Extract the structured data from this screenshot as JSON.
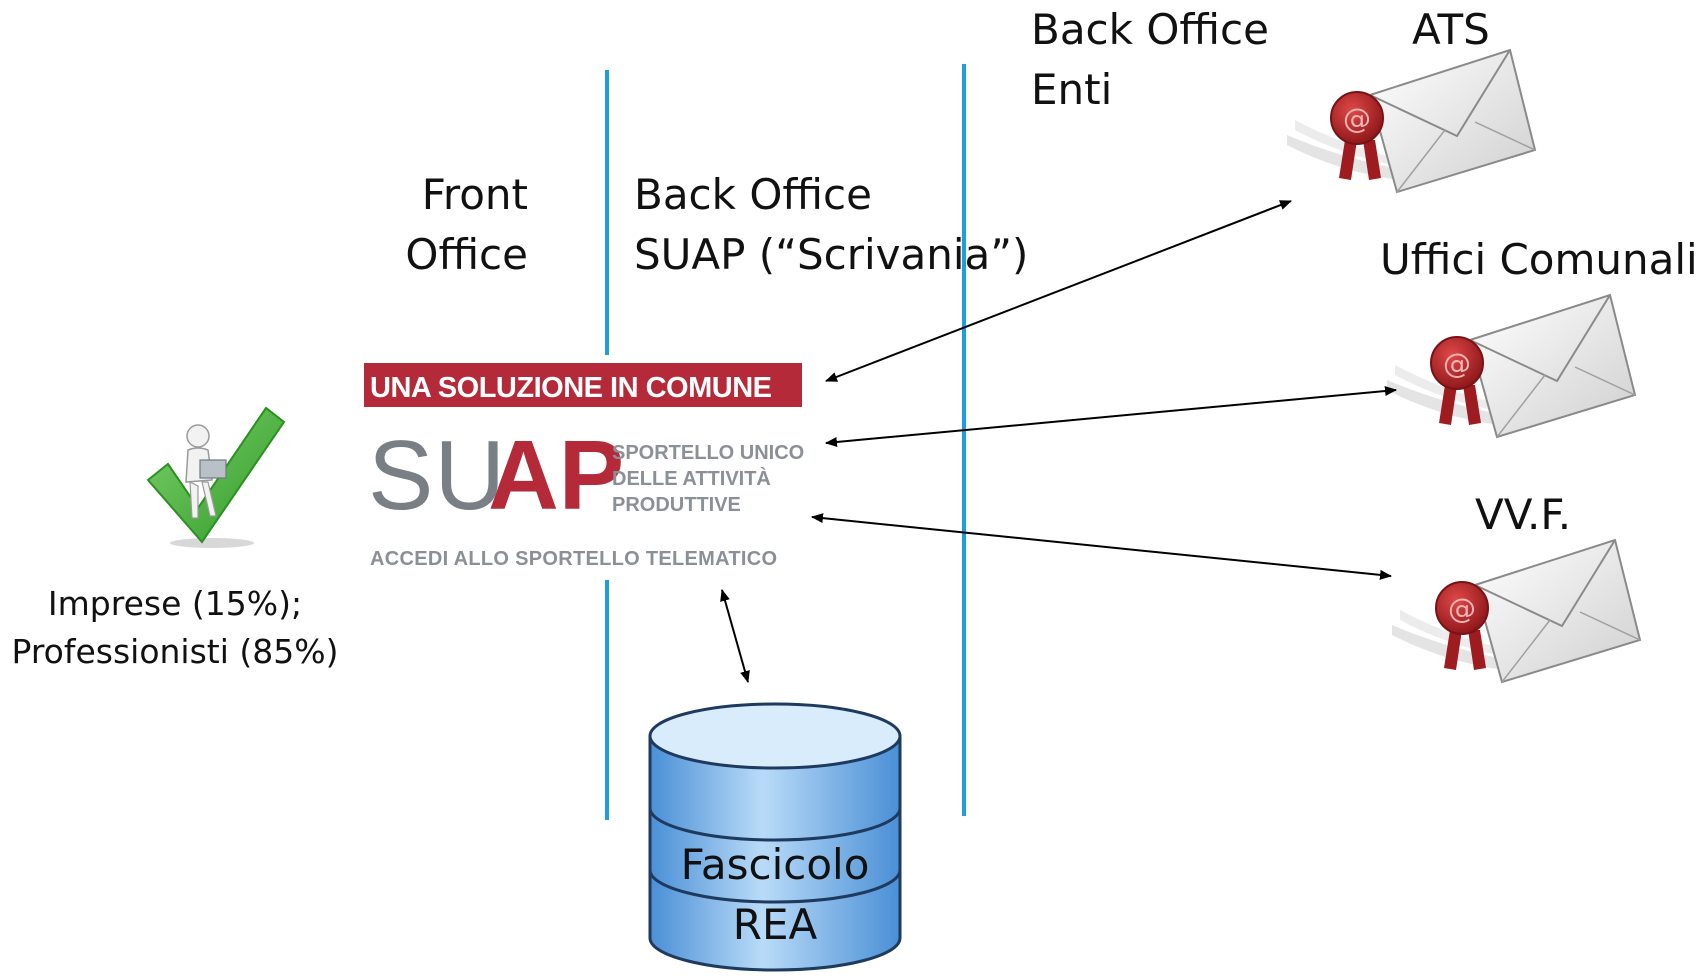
{
  "labels": {
    "front_office": [
      "Front",
      "Office"
    ],
    "back_office_suap": [
      "Back Office",
      "SUAP (“Scrivania”)"
    ],
    "back_office_enti": [
      "Back Office",
      "Enti"
    ],
    "users": [
      "Imprese (15%);",
      "Professionisti (85%)"
    ]
  },
  "suap_logo": {
    "banner": "UNA SOLUZIONE IN COMUNE",
    "su": "SU",
    "ap": "AP",
    "subtitle": [
      "SPORTELLO UNICO",
      "DELLE ATTIVITÀ",
      "PRODUTTIVE"
    ],
    "access": "ACCEDI ALLO SPORTELLO TELEMATICO"
  },
  "database": {
    "label": [
      "Fascicolo",
      "REA"
    ]
  },
  "entities": [
    {
      "name": "ATS"
    },
    {
      "name": "Uffici Comunali"
    },
    {
      "name": "VV.F."
    }
  ],
  "colors": {
    "divider": "#1e9ee0",
    "brand_red": "#b52a38",
    "check_green": "#3aab2e",
    "db_blue": "#6faee8",
    "seal_red": "#b3262a"
  }
}
